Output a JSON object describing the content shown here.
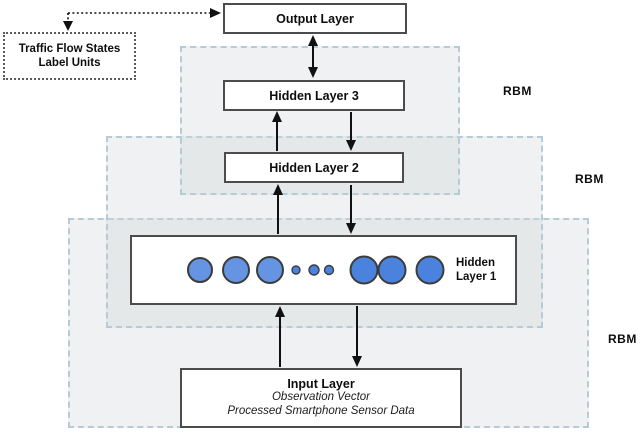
{
  "boxes": {
    "output_layer": "Output Layer",
    "hidden_layer_3": "Hidden Layer 3",
    "hidden_layer_2": "Hidden Layer 2",
    "hidden_layer_1_line1": "Hidden",
    "hidden_layer_1_line2": "Layer 1",
    "input_layer_title": "Input Layer",
    "input_layer_sub1": "Observation Vector",
    "input_layer_sub2": "Processed Smartphone Sensor Data",
    "label_units_line1": "Traffic Flow States",
    "label_units_line2": "Label Units"
  },
  "regions": {
    "rbm_top_label": "RBM",
    "rbm_middle_label": "RBM",
    "rbm_bottom_label": "RBM"
  },
  "neurons": {
    "visible_left_count": 3,
    "visible_right_count": 3,
    "ellipsis_dot_count": 3
  },
  "colors": {
    "neuron_blue_left": "#6594e2",
    "neuron_blue_right": "#4a82dd",
    "neuron_stroke": "#3c3c3c",
    "region_border": "#b6cbd5",
    "box_border": "#4c4c4c",
    "arrow": "#111111"
  }
}
